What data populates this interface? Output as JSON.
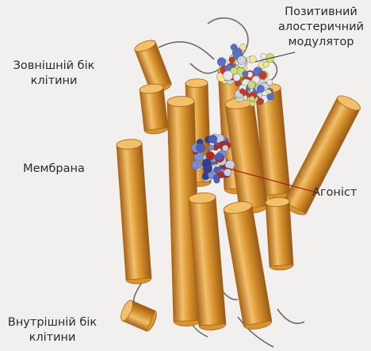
{
  "labels": {
    "outside": [
      "Зовнішній бік",
      "клітини"
    ],
    "membrane": "Мембрана",
    "inside": [
      "Внутрішній бік",
      "клітини"
    ],
    "modulator": [
      "Позитивний",
      "алостеричний",
      "модулятор"
    ],
    "agonist": "Агоніст"
  },
  "colors": {
    "background": "#f2f0ee",
    "helix": "#d9942f",
    "helix_light": "#f2c06a",
    "helix_dark": "#a86418",
    "loop": "#6b6b6b",
    "modulator_atoms": [
      "#e8e8e8",
      "#d0d4d8",
      "#f5e69a",
      "#c9df74",
      "#5870c8",
      "#c23a2e"
    ],
    "agonist_atoms": [
      "#4d5fb8",
      "#7d8ed6",
      "#c9cfe6",
      "#2f3f92",
      "#b02a22"
    ]
  }
}
